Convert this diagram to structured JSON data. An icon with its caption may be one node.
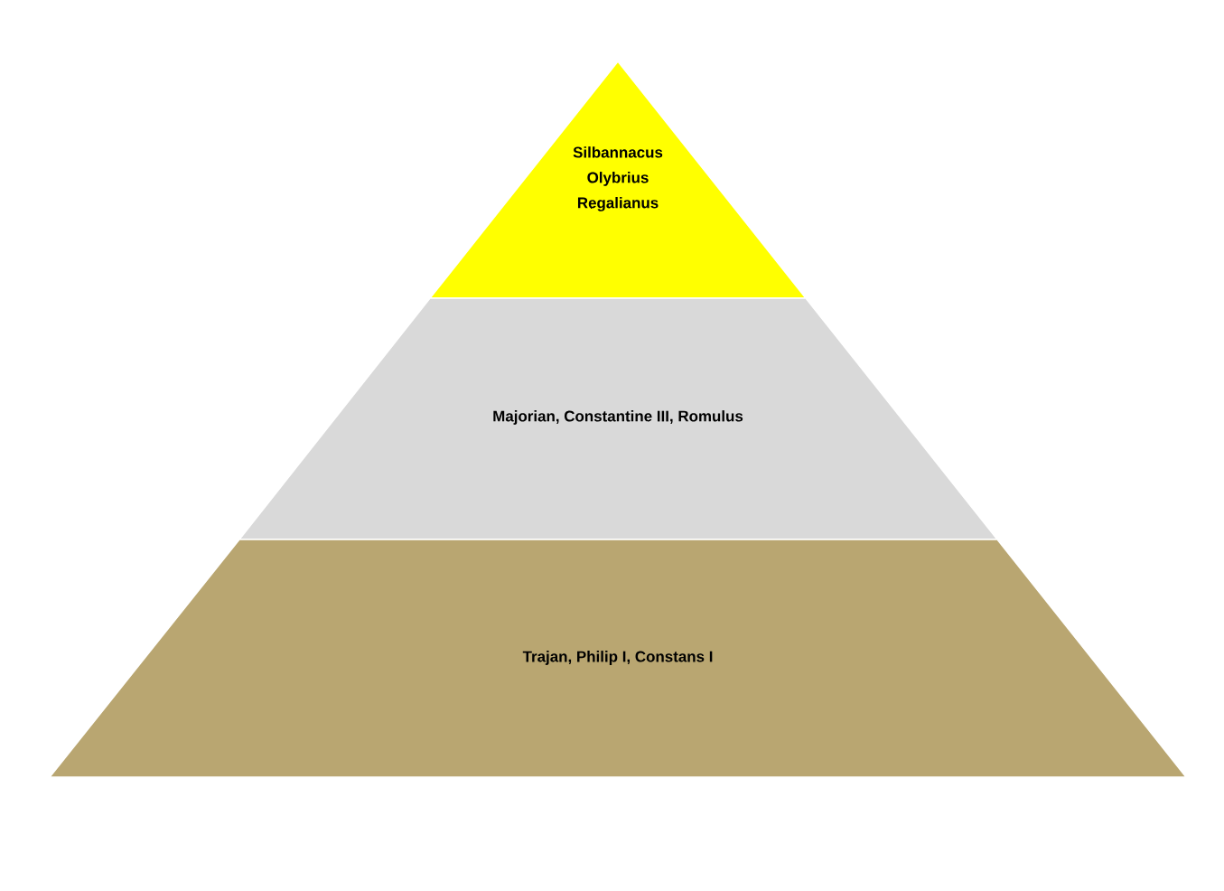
{
  "diagram": {
    "nodes": [
      {
        "text": [
          "Silbannacus",
          "Olybrius",
          "Regalianus"
        ]
      },
      {
        "text": [
          "Majorian, Constantine III, Romulus"
        ]
      },
      {
        "text": [
          "Trajan, Philip I, Constans I"
        ]
      }
    ]
  }
}
